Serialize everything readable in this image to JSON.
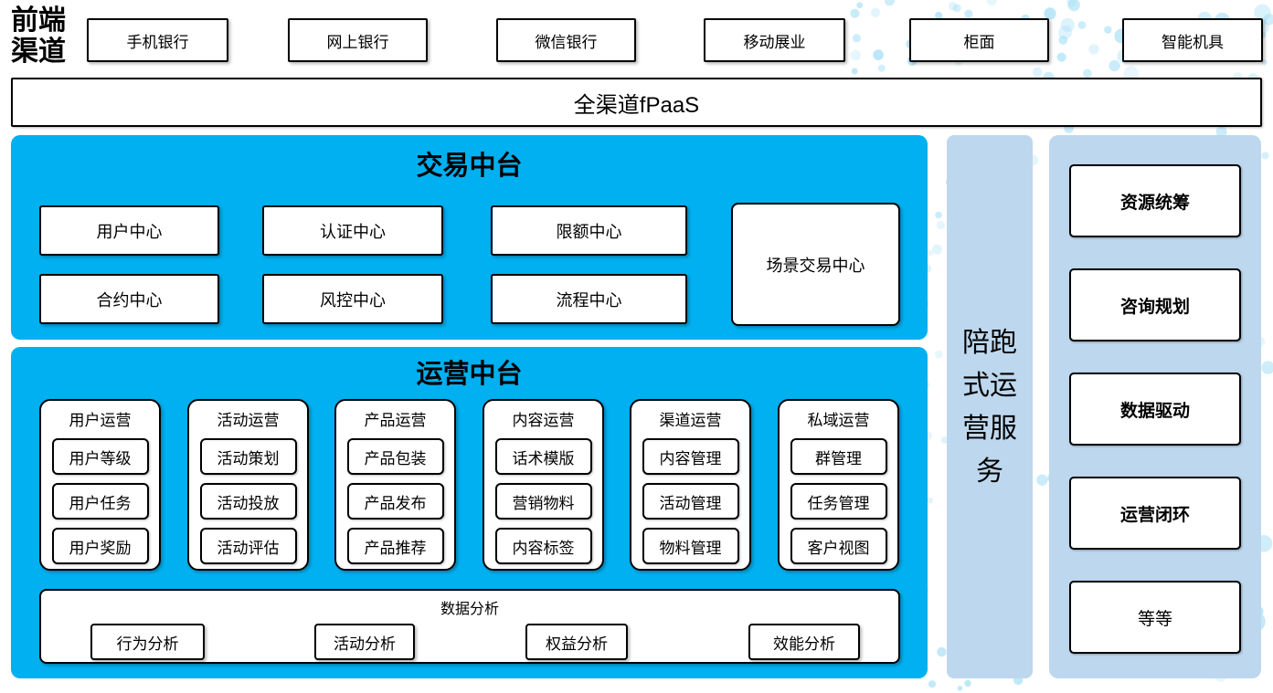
{
  "colors": {
    "primary_blue": "#00B0F0",
    "light_blue": "#BDD7EE",
    "dot_color": "#A6DFF6",
    "box_border": "#000000"
  },
  "front_channels": {
    "label": "前端渠道",
    "items": [
      "手机银行",
      "网上银行",
      "微信银行",
      "移动展业",
      "柜面",
      "智能机具"
    ]
  },
  "fpaas": {
    "label": "全渠道fPaaS"
  },
  "trade_platform": {
    "title": "交易中台",
    "centers": [
      "用户中心",
      "认证中心",
      "限额中心",
      "合约中心",
      "风控中心",
      "流程中心"
    ],
    "scene_center": "场景交易中心"
  },
  "operation_platform": {
    "title": "运营中台",
    "groups": [
      {
        "title": "用户运营",
        "items": [
          "用户等级",
          "用户任务",
          "用户奖励"
        ]
      },
      {
        "title": "活动运营",
        "items": [
          "活动策划",
          "活动投放",
          "活动评估"
        ]
      },
      {
        "title": "产品运营",
        "items": [
          "产品包装",
          "产品发布",
          "产品推荐"
        ]
      },
      {
        "title": "内容运营",
        "items": [
          "话术模版",
          "营销物料",
          "内容标签"
        ]
      },
      {
        "title": "渠道运营",
        "items": [
          "内容管理",
          "活动管理",
          "物料管理"
        ]
      },
      {
        "title": "私域运营",
        "items": [
          "群管理",
          "任务管理",
          "客户视图"
        ]
      }
    ],
    "data_analysis": {
      "title": "数据分析",
      "items": [
        "行为分析",
        "活动分析",
        "权益分析",
        "效能分析"
      ]
    }
  },
  "side_bar": {
    "label": "陪跑式运营服务"
  },
  "service_panel": {
    "items": [
      {
        "label": "资源统筹",
        "bold": true
      },
      {
        "label": "咨询规划",
        "bold": true
      },
      {
        "label": "数据驱动",
        "bold": true
      },
      {
        "label": "运营闭环",
        "bold": true
      },
      {
        "label": "等等",
        "bold": false
      }
    ]
  }
}
